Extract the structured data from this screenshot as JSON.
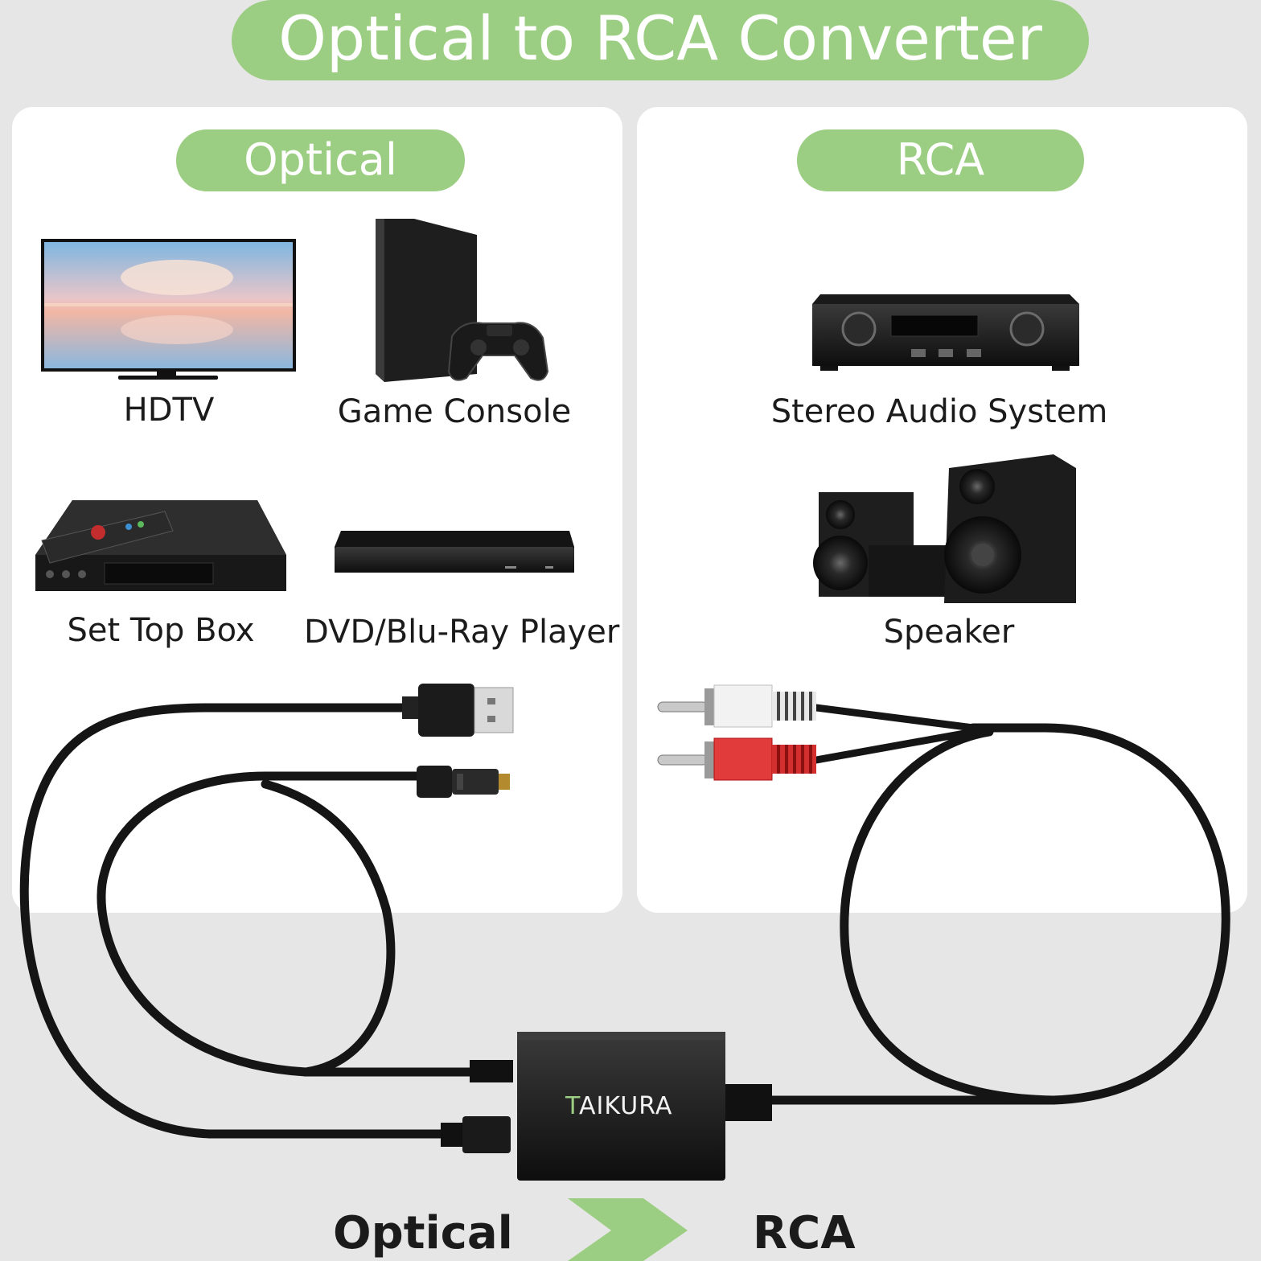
{
  "title": "Optical to RCA Converter",
  "sections": {
    "left": {
      "heading": "Optical"
    },
    "right": {
      "heading": "RCA"
    }
  },
  "devices": {
    "hdtv": "HDTV",
    "game_console": "Game Console",
    "set_top_box": "Set Top Box",
    "dvd_player": "DVD/Blu-Ray Player",
    "stereo": "Stereo Audio System",
    "speaker": "Speaker"
  },
  "brand": {
    "first_letter": "T",
    "rest": "AIKURA"
  },
  "flow": {
    "from": "Optical",
    "to": "RCA"
  },
  "colors": {
    "accent": "#9bce82",
    "panel": "#ffffff",
    "background": "#e6e6e6"
  }
}
